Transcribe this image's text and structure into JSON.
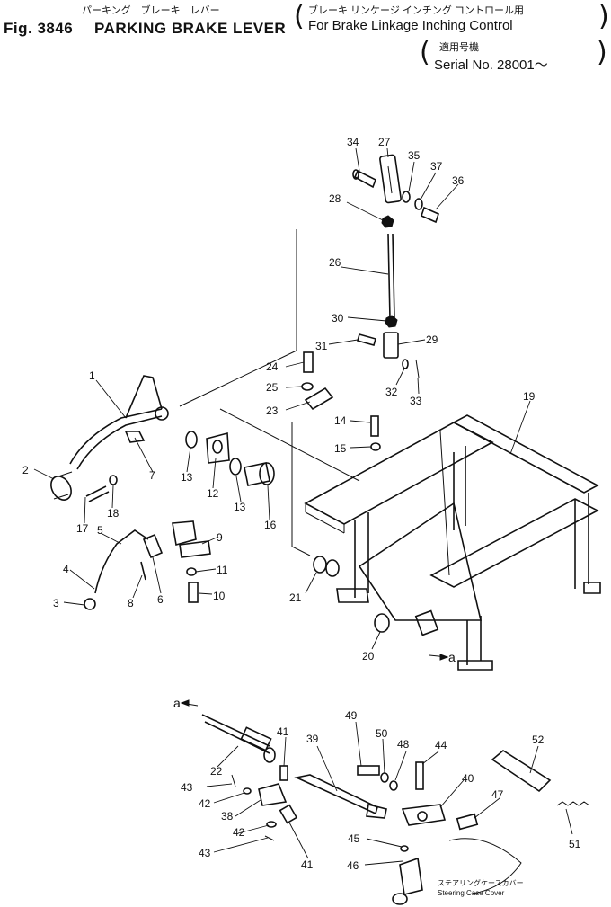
{
  "header": {
    "fig_label": "Fig. 3846",
    "title_en": "PARKING BRAKE LEVER",
    "title_jp": "パーキング　ブレーキ　レバー",
    "sub_jp": "ブレーキ リンケージ インチング コントロール用",
    "sub_en": "For Brake Linkage Inching Control",
    "serial_jp": "適用号機",
    "serial_en": "Serial No. 28001～"
  },
  "callouts": [
    "1",
    "2",
    "3",
    "4",
    "5",
    "6",
    "7",
    "8",
    "9",
    "10",
    "11",
    "12",
    "13",
    "13",
    "14",
    "15",
    "16",
    "17",
    "18",
    "19",
    "20",
    "21",
    "22",
    "23",
    "24",
    "25",
    "26",
    "27",
    "28",
    "29",
    "30",
    "31",
    "32",
    "33",
    "34",
    "35",
    "36",
    "37",
    "38",
    "39",
    "40",
    "41",
    "41",
    "42",
    "42",
    "43",
    "43",
    "44",
    "45",
    "46",
    "47",
    "48",
    "49",
    "50",
    "51",
    "52"
  ],
  "markers": {
    "a_top": "a",
    "a_bottom": "a"
  },
  "notes": {
    "cover_jp": "ステアリングケースカバー",
    "cover_en": "Steering Case Cover"
  }
}
